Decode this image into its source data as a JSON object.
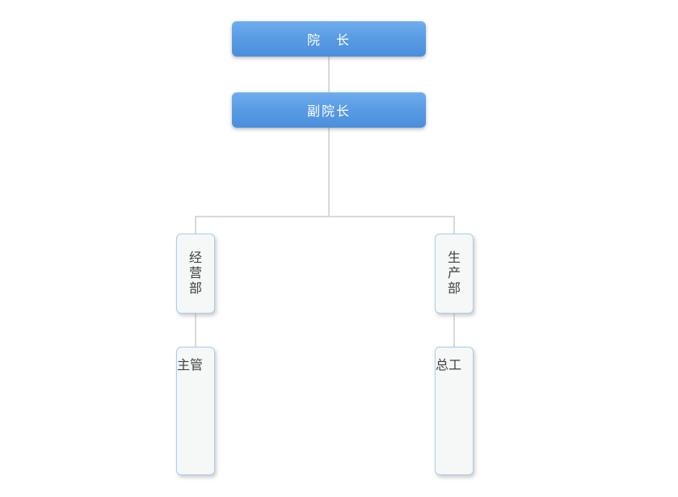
{
  "org_chart": {
    "nodes": {
      "director": {
        "label": "院　长",
        "level": 1,
        "style": "blue"
      },
      "vice_director": {
        "label": "副院长",
        "level": 2,
        "style": "blue"
      },
      "business_dept": {
        "label": "经营部",
        "level": 3,
        "style": "light"
      },
      "production_dept": {
        "label": "生产部",
        "level": 3,
        "style": "light"
      },
      "supervisor": {
        "label": "主管",
        "level": 4,
        "style": "light"
      },
      "chief_engineer": {
        "label": "总工",
        "level": 4,
        "style": "light"
      }
    },
    "edges": [
      {
        "from": "director",
        "to": "vice_director"
      },
      {
        "from": "vice_director",
        "to": "business_dept"
      },
      {
        "from": "vice_director",
        "to": "production_dept"
      },
      {
        "from": "business_dept",
        "to": "supervisor"
      },
      {
        "from": "production_dept",
        "to": "chief_engineer"
      }
    ],
    "colors": {
      "node_gradient_top": "#6fadec",
      "node_gradient_bottom": "#4a8fdc",
      "node_text": "#ffffff",
      "leaf_background": "#f6f7f7",
      "leaf_border": "#a9cdf1",
      "leaf_text": "#3f3f3f",
      "connector": "#d9d9d9",
      "page_background": "#ffffff"
    }
  }
}
